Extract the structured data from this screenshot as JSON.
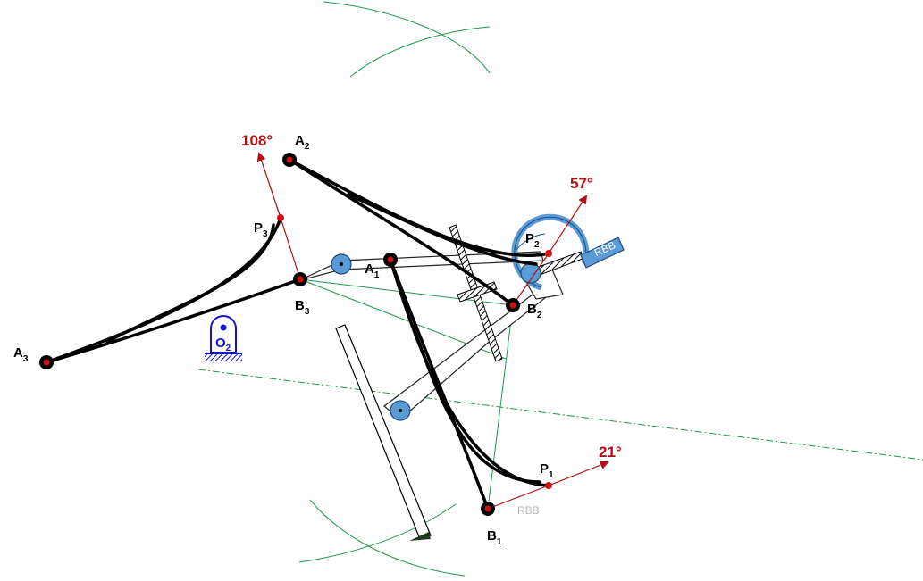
{
  "points": {
    "A1": {
      "letter": "A",
      "sub": "1"
    },
    "A2": {
      "letter": "A",
      "sub": "2"
    },
    "A3": {
      "letter": "A",
      "sub": "3"
    },
    "B1": {
      "letter": "B",
      "sub": "1"
    },
    "B2": {
      "letter": "B",
      "sub": "2"
    },
    "B3": {
      "letter": "B",
      "sub": "3"
    },
    "P1": {
      "letter": "P",
      "sub": "1"
    },
    "P2": {
      "letter": "P",
      "sub": "2"
    },
    "P3": {
      "letter": "P",
      "sub": "3"
    },
    "O2": {
      "letter": "O",
      "sub": "2"
    }
  },
  "angles": {
    "p1": "21°",
    "p2": "57°",
    "p3": "108°"
  },
  "rbb_tag": "RBB",
  "rbb_small": "RBB",
  "colors": {
    "link": "#000000",
    "arrow": "#b01010",
    "construction": "#1a9a4a",
    "joint_blue": "#5b9bd5",
    "pivot_blue": "#1515d0",
    "joint_red": "#d01010"
  }
}
